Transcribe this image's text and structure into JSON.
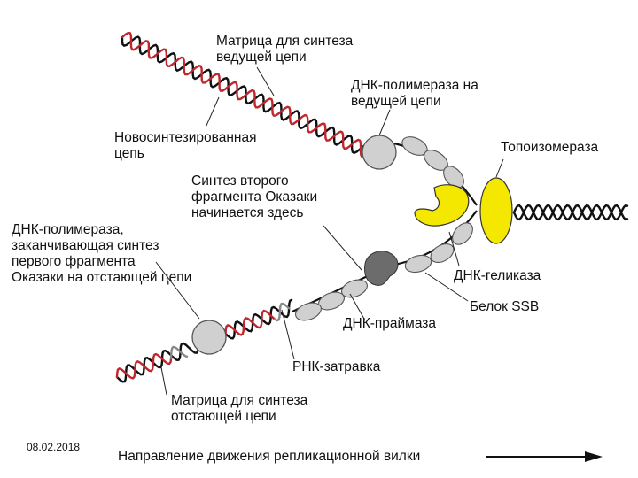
{
  "labels": {
    "leading_template": "Матрица для синтеза\nведущей цепи",
    "leading_polymerase": "ДНК-полимераза на\nведущей цепи",
    "new_strand": "Новосинтезированная\nцепь",
    "topoisomerase": "Топоизомераза",
    "okazaki_start": "Синтез второго\nфрагмента Оказаки\nначинается здесь",
    "lagging_polymerase": "ДНК-полимераза,\nзаканчивающая синтез\nпервого фрагмента\nОказаки на отстающей цепи",
    "helicase": "ДНК-геликаза",
    "ssb": "Белок SSB",
    "primase": "ДНК-праймаза",
    "rna_primer": "РНК-затравка",
    "lagging_template": "Матрица для синтеза\nотстающей цепи",
    "direction": "Направление движения репликационной вилки"
  },
  "date": "08.02.2018",
  "colors": {
    "template_strand": "#111111",
    "new_strand": "#c0262c",
    "rna_primer": "#888888",
    "protein_gray": "#d0d0d0",
    "protein_outline": "#555555",
    "helicase_yellow": "#f5e800",
    "primase": "#6c6c6c"
  },
  "icons": {
    "direction_arrow": "arrow-right-icon"
  }
}
